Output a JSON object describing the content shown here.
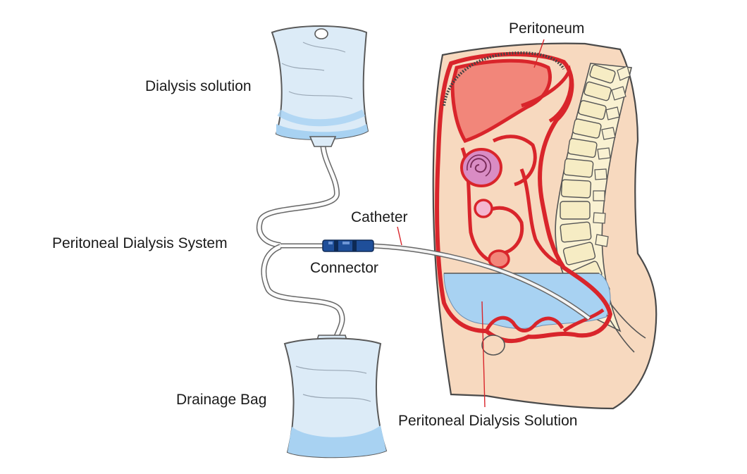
{
  "labels": {
    "peritoneum": "Peritoneum",
    "dialysis_solution": "Dialysis solution",
    "catheter": "Catheter",
    "system": "Peritoneal Dialysis System",
    "connector": "Connector",
    "drainage_bag": "Drainage Bag",
    "pd_solution": "Peritoneal Dialysis Solution"
  },
  "colors": {
    "bag_fill": "#dcebf7",
    "fluid": "#a8d2f2",
    "skin": "#f7d9bf",
    "organ_red": "#d9252b",
    "organ_fill": "#f2867a",
    "vertebra": "#f6ecc4",
    "connector": "#1f4f9a",
    "outline": "#5a5a5a"
  }
}
